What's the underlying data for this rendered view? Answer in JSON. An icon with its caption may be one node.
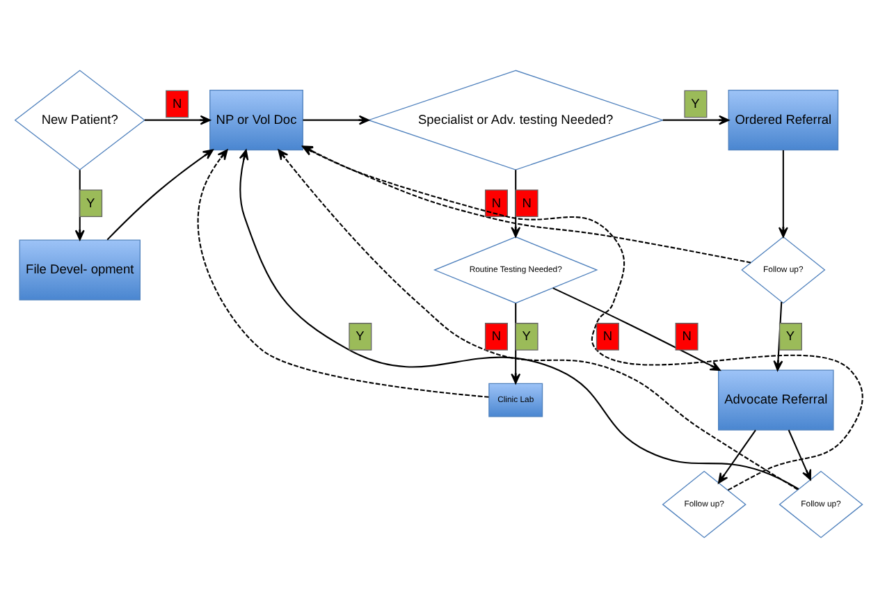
{
  "diagram": {
    "nodes": [
      {
        "text": [
          "New Patient?"
        ]
      },
      {
        "text": [
          "NP or Vol Doc"
        ]
      },
      {
        "text": [
          "Specialist or Adv. testing Needed?"
        ]
      },
      {
        "text": [
          "Ordered Referral"
        ]
      },
      {
        "text": [
          "File Devel- opment"
        ]
      },
      {
        "text": [
          "Clinic Lab"
        ]
      },
      {
        "text": [
          "Routine Testing Needed?"
        ]
      },
      {
        "text": [
          "Follow up?"
        ]
      },
      {
        "text": [
          "Advocate Referral"
        ]
      },
      {
        "text": [
          "Follow up?"
        ]
      },
      {
        "text": [
          "Follow up?"
        ]
      }
    ],
    "edges": [
      {
        "from": 0,
        "to": 1,
        "arrow": "to",
        "label": "N"
      },
      {
        "from": 0,
        "to": 4,
        "arrow": "to",
        "label": "Y"
      },
      {
        "from": 4,
        "to": 1,
        "arrow": "to"
      },
      {
        "from": 1,
        "to": 2,
        "arrow": "to"
      },
      {
        "from": 2,
        "to": 3,
        "arrow": "to",
        "label": "Y"
      },
      {
        "from": 3,
        "to": 9,
        "arrow": "to"
      },
      {
        "from": 2,
        "to": 6,
        "arrow": "to",
        "label": "N"
      },
      {
        "from": 6,
        "to": 5,
        "arrow": "to",
        "label": "Y"
      },
      {
        "from": 5,
        "to": 1,
        "arrow": "to",
        "style": "dashed"
      },
      {
        "from": 6,
        "to": 8,
        "arrow": "to",
        "label": "N"
      },
      {
        "from": 9,
        "to": 8,
        "arrow": "to",
        "label": "Y"
      },
      {
        "from": 8,
        "to": 7,
        "arrow": "to"
      },
      {
        "from": 8,
        "to": 10,
        "arrow": "to"
      },
      {
        "from": 7,
        "to": 1,
        "arrow": "to",
        "label": "Y"
      },
      {
        "from": 7,
        "to": 1,
        "arrow": "to",
        "label": "N",
        "style": "dashed"
      },
      {
        "from": 10,
        "to": 1,
        "arrow": "to",
        "label": "N",
        "style": "dashed"
      },
      {
        "from": 9,
        "to": 1,
        "arrow": "to",
        "label": "N",
        "style": "dashed"
      }
    ]
  }
}
